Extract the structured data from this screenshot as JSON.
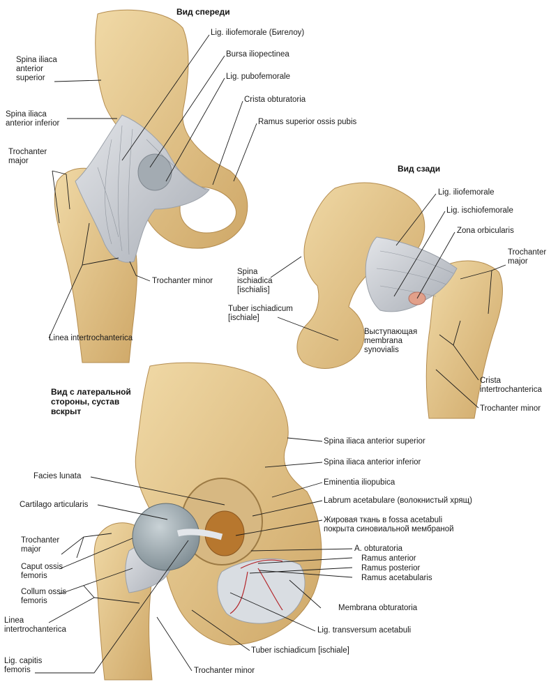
{
  "headings": {
    "front": "Вид спереди",
    "back": "Вид сзади",
    "lateral": "Вид с латеральной\nстороны, сустав\nвскрыт"
  },
  "labels": {
    "front_spina_sup": "Spina iliaca\nanterior\nsuperior",
    "front_spina_inf": "Spina iliaca\nanterior inferior",
    "front_troch_major": "Trochanter\nmajor",
    "front_lig_iliofem": "Lig. iliofemorale (Бигелоу)",
    "front_bursa": "Bursa iliopectinea",
    "front_lig_pubofem": "Lig. pubofemorale",
    "front_crista_obt": "Crista obturatoria",
    "front_ramus_sup": "Ramus superior ossis pubis",
    "front_troch_minor": "Trochanter minor",
    "front_linea": "Linea intertrochanterica",
    "back_lig_iliofem": "Lig. iliofemorale",
    "back_lig_ischiofem": "Lig. ischiofemorale",
    "back_zona": "Zona orbicularis",
    "back_troch_major": "Trochanter\nmajor",
    "back_spina_isch": "Spina\nischiadica\n[ischialis]",
    "back_tuber": "Tuber ischiadicum\n[ischiale]",
    "back_membrana": "Выступающая\nmembrana\nsynovialis",
    "back_crista": "Crista\nintertrochanterica",
    "back_troch_minor": "Trochanter minor",
    "lat_spina_sup": "Spina iliaca anterior superior",
    "lat_spina_inf": "Spina iliaca anterior inferior",
    "lat_facies": "Facies lunata",
    "lat_eminentia": "Eminentia iliopubica",
    "lat_cartilago": "Cartilago articularis",
    "lat_labrum": "Labrum acetabulare (волокнистый хрящ)",
    "lat_fat": "Жировая ткань в fossa acetabuli\nпокрыта синовиальной мембраной",
    "lat_troch_major": "Trochanter\nmajor",
    "lat_a_obt": "A. obturatoria",
    "lat_ramus_ant": "Ramus anterior",
    "lat_ramus_post": "Ramus posterior",
    "lat_ramus_acet": "Ramus acetabularis",
    "lat_caput": "Caput ossis\nfemoris",
    "lat_collum": "Collum ossis\nfemoris",
    "lat_membrana_obt": "Membrana obturatoria",
    "lat_linea": "Linea\nintertrochanterica",
    "lat_lig_transv": "Lig. transversum acetabuli",
    "lat_tuber": "Tuber ischiadicum [ischiale]",
    "lat_lig_capitis": "Lig. capitis\nfemoris",
    "lat_troch_minor": "Trochanter minor"
  },
  "colors": {
    "bone": "#e6c98e",
    "bone_shadow": "#c9a462",
    "ligament": "#c9ccd2",
    "cartilage": "#9aa7ad",
    "fat": "#b7772e",
    "vessel": "#b3262b",
    "membrane": "#d9dde2"
  }
}
